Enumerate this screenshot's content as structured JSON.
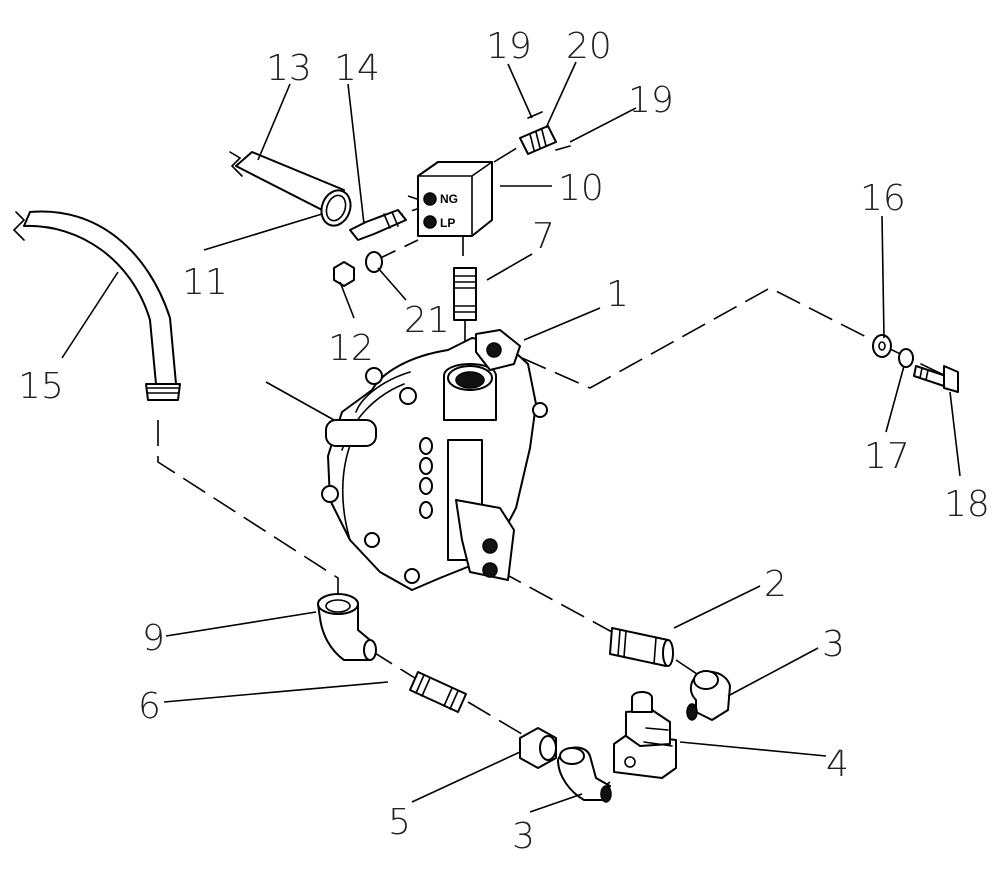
{
  "diagram": {
    "callouts": [
      {
        "id": "c1",
        "label": "1"
      },
      {
        "id": "c2",
        "label": "2"
      },
      {
        "id": "c3a",
        "label": "3"
      },
      {
        "id": "c3b",
        "label": "3"
      },
      {
        "id": "c4",
        "label": "4"
      },
      {
        "id": "c5",
        "label": "5"
      },
      {
        "id": "c6",
        "label": "6"
      },
      {
        "id": "c7",
        "label": "7"
      },
      {
        "id": "c9",
        "label": "9"
      },
      {
        "id": "c10",
        "label": "10"
      },
      {
        "id": "c11",
        "label": "11"
      },
      {
        "id": "c12",
        "label": "12"
      },
      {
        "id": "c13",
        "label": "13"
      },
      {
        "id": "c14",
        "label": "14"
      },
      {
        "id": "c15",
        "label": "15"
      },
      {
        "id": "c16",
        "label": "16"
      },
      {
        "id": "c17",
        "label": "17"
      },
      {
        "id": "c18",
        "label": "18"
      },
      {
        "id": "c19a",
        "label": "19"
      },
      {
        "id": "c19b",
        "label": "19"
      },
      {
        "id": "c20",
        "label": "20"
      },
      {
        "id": "c21",
        "label": "21"
      }
    ],
    "block_labels": {
      "ng": "NG",
      "lp": "LP"
    }
  }
}
